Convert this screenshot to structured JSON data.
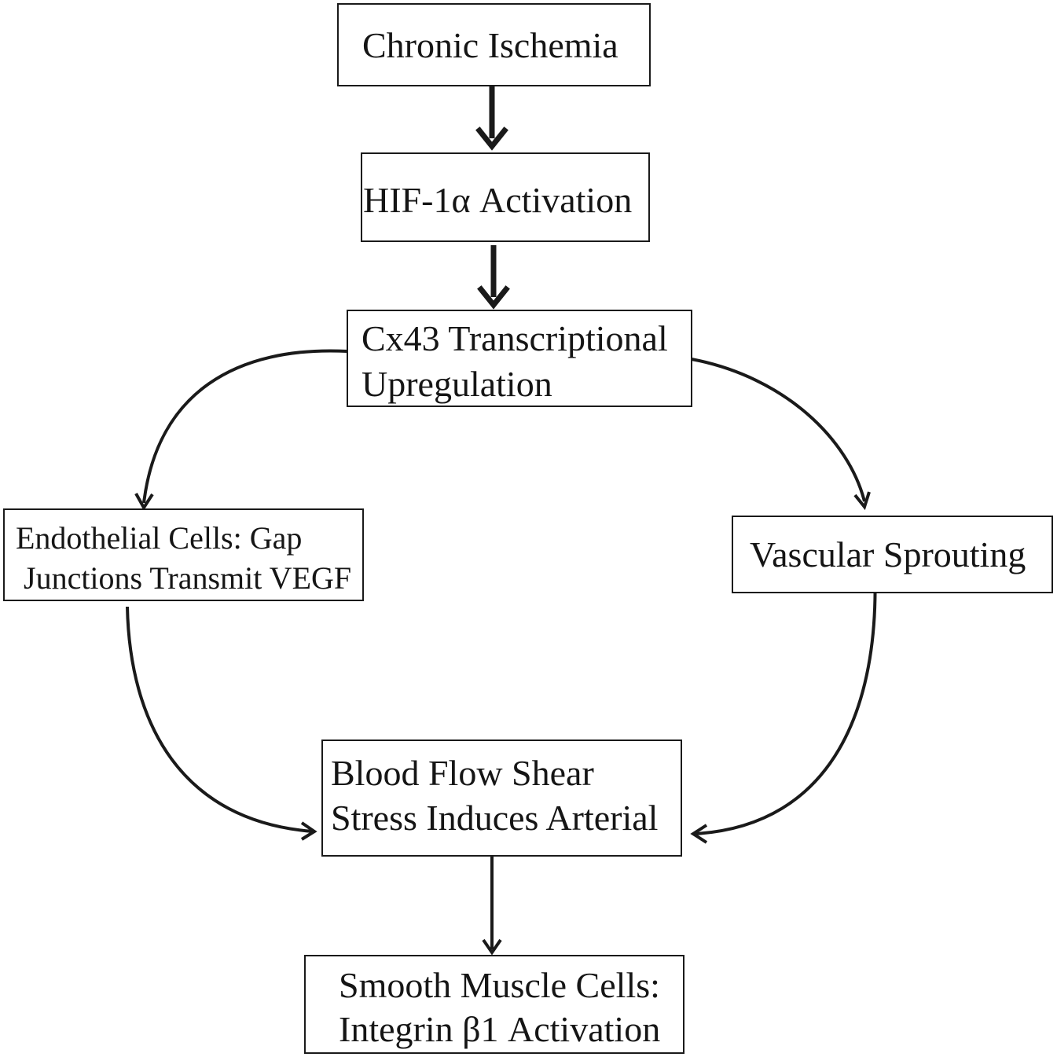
{
  "diagram": {
    "nodes": {
      "chronic_ischemia": {
        "text": "Chronic Ischemia"
      },
      "hif_activation": {
        "text": "HIF-1α Activation"
      },
      "cx43_upregulation": {
        "line1": "Cx43 Transcriptional",
        "line2": "Upregulation"
      },
      "endothelial_cells": {
        "line1": "Endothelial Cells: Gap",
        "line2": " Junctions Transmit VEGF"
      },
      "vascular_sprouting": {
        "text": "Vascular Sprouting"
      },
      "shear_stress": {
        "line1": "Blood Flow Shear",
        "line2": "Stress Induces Arterial"
      },
      "smooth_muscle_cells": {
        "line1": "Smooth Muscle Cells:",
        "line2": "Integrin β1 Activation"
      }
    },
    "edges": [
      {
        "from": "chronic_ischemia",
        "to": "hif_activation",
        "style": "thick"
      },
      {
        "from": "hif_activation",
        "to": "cx43_upregulation",
        "style": "thick"
      },
      {
        "from": "cx43_upregulation",
        "to": "endothelial_cells",
        "style": "curved"
      },
      {
        "from": "cx43_upregulation",
        "to": "vascular_sprouting",
        "style": "curved"
      },
      {
        "from": "endothelial_cells",
        "to": "shear_stress",
        "style": "curved"
      },
      {
        "from": "vascular_sprouting",
        "to": "shear_stress",
        "style": "curved"
      },
      {
        "from": "shear_stress",
        "to": "smooth_muscle_cells",
        "style": "straight"
      }
    ],
    "colors": {
      "stroke": "#1a1a1a",
      "text": "#151515",
      "background": "#ffffff"
    }
  }
}
